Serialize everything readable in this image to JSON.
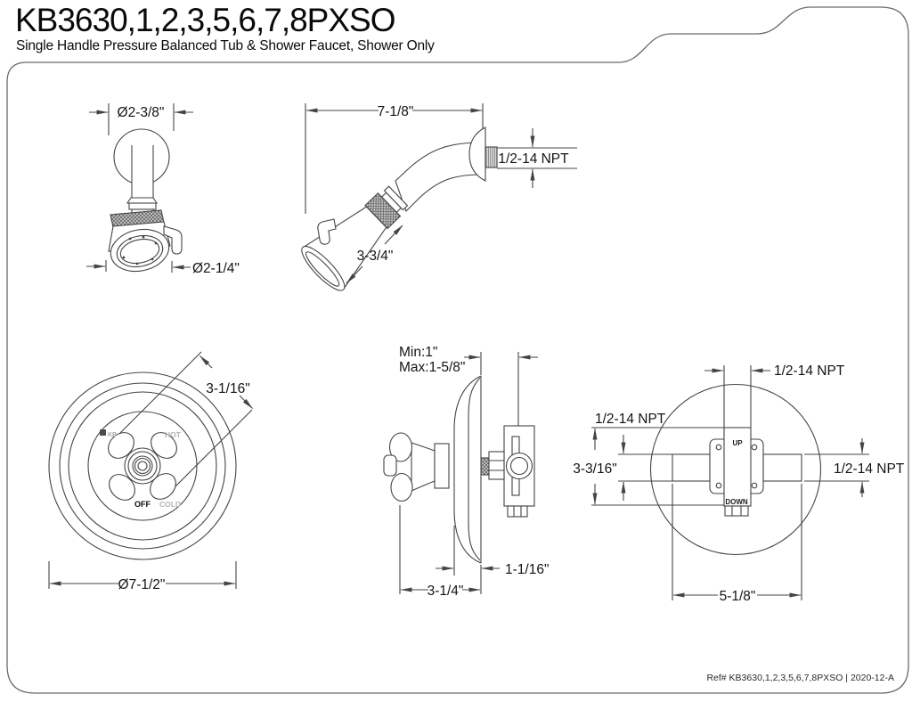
{
  "header": {
    "title": "KB3630,1,2,3,5,6,7,8PXSO",
    "subtitle": "Single Handle Pressure Balanced Tub & Shower Faucet, Shower Only"
  },
  "footer": {
    "ref_text": "Ref# KB3630,1,2,3,5,6,7,8PXSO | 2020-12-A"
  },
  "colors": {
    "line": "#444444",
    "border": "#6b6b6b",
    "text": "#111111",
    "muted_label": "#b4b4b4"
  },
  "diagrams": {
    "shower_head_front": {
      "dim_flange_diameter": "Ø2-3/8\"",
      "dim_head_diameter": "Ø2-1/4\""
    },
    "shower_arm_side": {
      "dim_arm_length": "7-1/8\"",
      "dim_wall_thread": "1/2-14 NPT",
      "dim_head_length": "3-3/4\""
    },
    "trim_plate_front": {
      "logo_text": "KB",
      "label_hot": "HOT",
      "label_cold": "COLD",
      "label_off": "OFF",
      "dim_handle_width": "3-1/16\"",
      "dim_plate_diameter": "Ø7-1/2\""
    },
    "valve_side": {
      "dim_wall_depth_min": "Min:1\"",
      "dim_wall_depth_max": "Max:1-5/8\"",
      "dim_plate_depth": "1-1/16\"",
      "dim_total_depth": "3-1/4\""
    },
    "valve_back": {
      "label_up": "UP",
      "label_down": "DOWN",
      "dim_top_port_thread": "1/2-14 NPT",
      "dim_left_port_thread": "1/2-14 NPT",
      "dim_right_port_thread": "1/2-14 NPT",
      "dim_body_height": "3-3/16\"",
      "dim_ports_span": "5-1/8\""
    }
  }
}
